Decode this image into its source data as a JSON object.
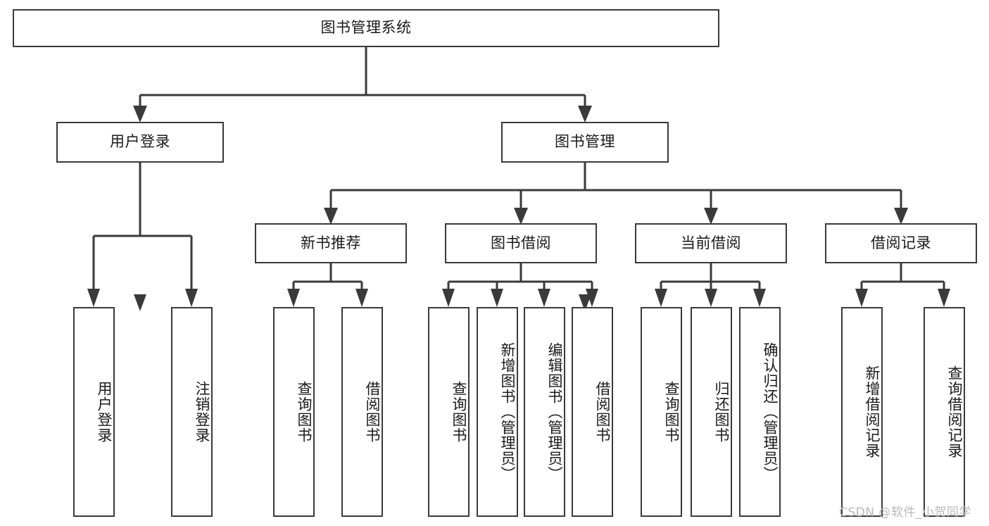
{
  "diagram": {
    "title": "图书管理系统",
    "type": "tree-hierarchy-chart",
    "colors": {
      "stroke": "#3a3a3a",
      "fill": "#ffffff",
      "text": "#1a1a1a",
      "watermark": "#b9b9b9"
    }
  },
  "root": {
    "label": "图书管理系统"
  },
  "level2": [
    {
      "label": "用户登录"
    },
    {
      "label": "图书管理"
    }
  ],
  "level3": [
    {
      "label": "新书推荐"
    },
    {
      "label": "图书借阅"
    },
    {
      "label": "当前借阅"
    },
    {
      "label": "借阅记录"
    }
  ],
  "leaves": {
    "user_login": [
      {
        "label": "用户登录"
      },
      {
        "label": "注销登录"
      }
    ],
    "new_book": [
      {
        "label": "查询图书"
      },
      {
        "label": "借阅图书"
      }
    ],
    "book_borrow": [
      {
        "label": "查询图书"
      },
      {
        "label": "新增图书（管理员）"
      },
      {
        "label": "编辑图书（管理员）"
      },
      {
        "label": "借阅图书"
      }
    ],
    "current_borrow": [
      {
        "label": "查询图书"
      },
      {
        "label": "归还图书"
      },
      {
        "label": "确认归还（管理员）"
      }
    ],
    "borrow_record": [
      {
        "label": "新增借阅记录"
      },
      {
        "label": "查询借阅记录"
      }
    ]
  },
  "watermark": {
    "text": "CSDN @软件_小贺同学"
  }
}
